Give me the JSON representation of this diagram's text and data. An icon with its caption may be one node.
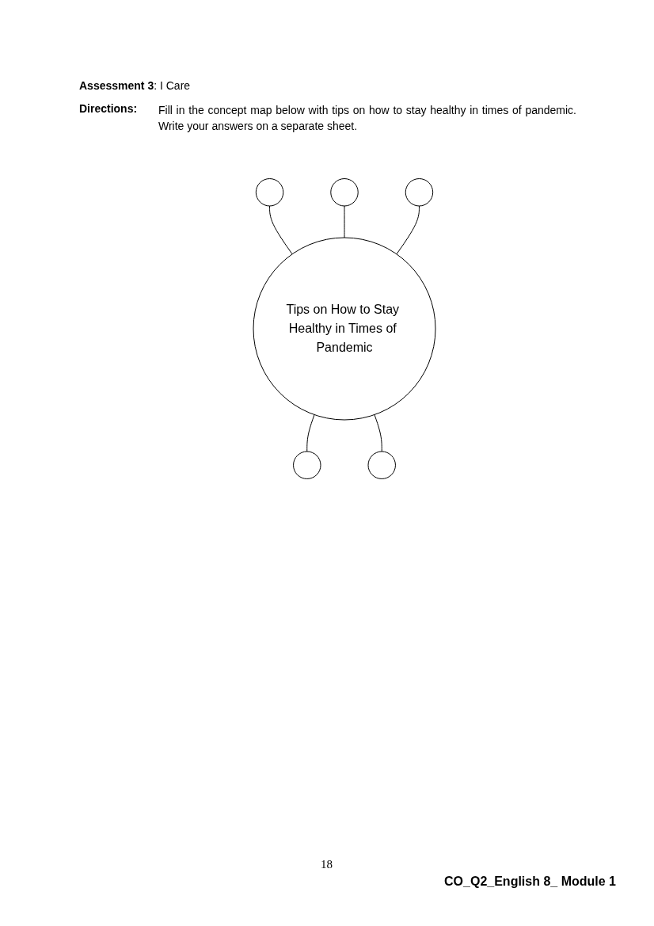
{
  "diagram": {
    "title": "**Assessment 3**: I Care",
    "nodes": [
      {
        "text": [],
        "shape": "circle"
      },
      {
        "text": [],
        "shape": "circle"
      },
      {
        "text": [],
        "shape": "circle"
      },
      {
        "text": [
          "Tips on How to Stay Healthy in Times of Pandemic"
        ]
      },
      {
        "text": [],
        "shape": "circle"
      },
      {
        "text": [],
        "shape": "circle"
      }
    ],
    "edges": [
      {
        "from": 0,
        "to": 3,
        "arrow": "none"
      },
      {
        "from": 1,
        "to": 3,
        "arrow": "none"
      },
      {
        "from": 2,
        "to": 3,
        "arrow": "none"
      },
      {
        "from": 3,
        "to": 4,
        "arrow": "none"
      },
      {
        "from": 3,
        "to": 5,
        "arrow": "none"
      }
    ],
    "labels": [
      "Directions:",
      "Fill in the concept map below with tips on how to stay healthy in times of pandemic. Write your answers on a separate sheet.",
      "18",
      "CO_Q2_English 8_ Module 1"
    ]
  }
}
